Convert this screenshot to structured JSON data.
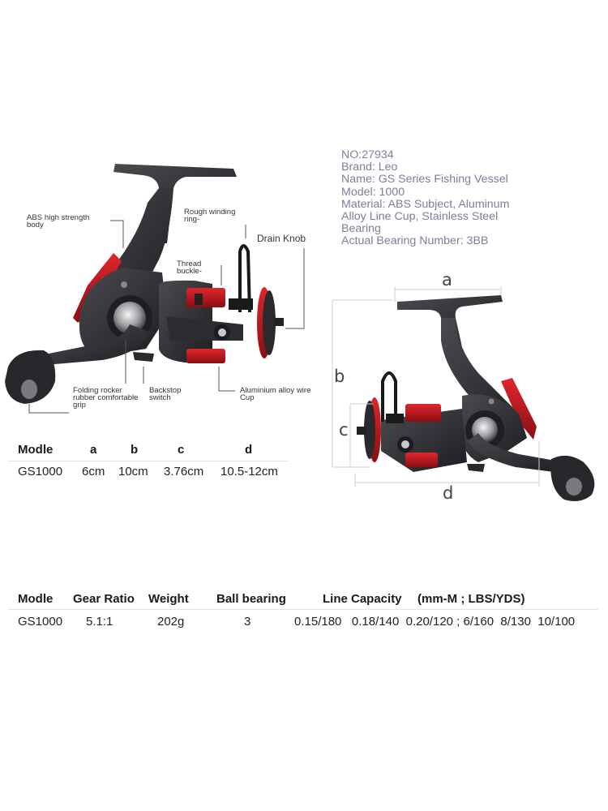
{
  "specs": {
    "lines": [
      "NO:27934",
      "Brand: Leo",
      "Name: GS Series Fishing Vessel",
      "Model: 1000",
      "Material: ABS Subject, Aluminum",
      "Alloy Line Cup, Stainless Steel",
      "Bearing",
      "Actual Bearing Number: 3BB"
    ],
    "color": "#7e7d9a"
  },
  "callouts": {
    "abs_body": [
      "ABS high strength",
      "body"
    ],
    "rough_winding": [
      "Rough winding",
      "ring-"
    ],
    "drain_knob": "Drain Knob",
    "thread_buckle": [
      "Thread",
      "buckle-"
    ],
    "folding_rocker": [
      "Folding rocker",
      "rubber comfortable",
      "grip"
    ],
    "backstop": [
      "Backstop",
      "switch"
    ],
    "wire_cup": [
      "Aluminium alloy wire",
      "Cup"
    ]
  },
  "dimensions": {
    "a": "a",
    "b": "b",
    "c": "c",
    "d": "d"
  },
  "dim_table": {
    "headers": [
      "Modle",
      "a",
      "b",
      "c",
      "d"
    ],
    "row": [
      "GS1000",
      "6cm",
      "10cm",
      "3.76cm",
      "10.5-12cm"
    ]
  },
  "spec_table": {
    "headers": [
      "Modle",
      "Gear Ratio",
      "Weight",
      "Ball bearing",
      "Line Capacity",
      "(mm-M  ; LBS/YDS)"
    ],
    "row": [
      "GS1000",
      "5.1:1",
      "202g",
      "3",
      "0.15/180   0.18/140  0.20/120 ; 6/160  8/130  10/100"
    ]
  },
  "colors": {
    "reel_body": "#2a2a2e",
    "reel_accent": "#c0161d",
    "line": "#555555"
  }
}
